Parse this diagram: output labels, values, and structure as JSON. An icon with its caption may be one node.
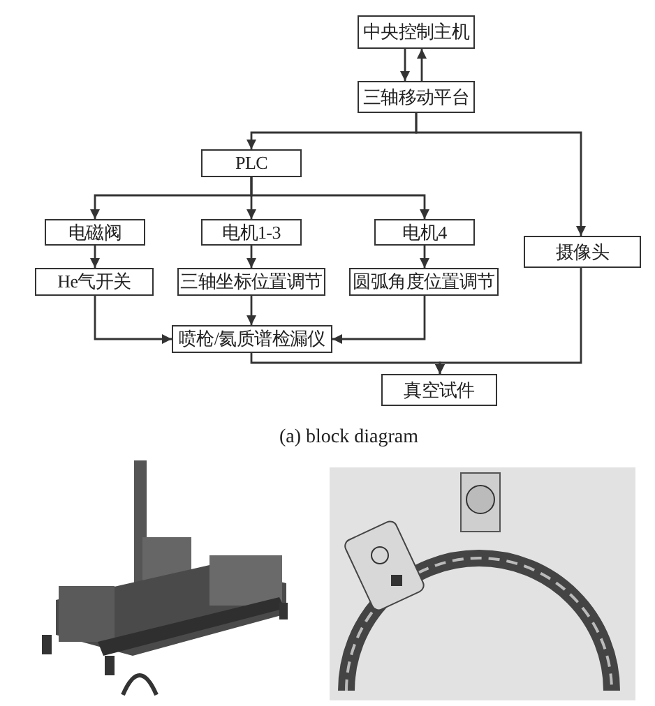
{
  "diagram": {
    "caption": "(a) block diagram",
    "nodes": [
      {
        "text": [
          "中央控制主机"
        ]
      },
      {
        "text": [
          "三轴移动平台"
        ]
      },
      {
        "text": [
          "PLC"
        ]
      },
      {
        "text": [
          "电磁阀"
        ]
      },
      {
        "text": [
          "电机1-3"
        ]
      },
      {
        "text": [
          "电机4"
        ]
      },
      {
        "text": [
          "摄像头"
        ]
      },
      {
        "text": [
          "He气开关"
        ]
      },
      {
        "text": [
          "三轴坐标位置调节"
        ]
      },
      {
        "text": [
          "圆弧角度位置调节"
        ]
      },
      {
        "text": [
          "喷枪/氦质谱检漏仪"
        ]
      },
      {
        "text": [
          "真空试件"
        ]
      }
    ],
    "edges": [
      {
        "from": 0,
        "to": 1,
        "arrow": "to"
      },
      {
        "from": 1,
        "to": 0,
        "arrow": "to"
      },
      {
        "from": 1,
        "to": 2,
        "arrow": "to"
      },
      {
        "from": 1,
        "to": 6,
        "arrow": "to"
      },
      {
        "from": 2,
        "to": 3,
        "arrow": "to"
      },
      {
        "from": 2,
        "to": 4,
        "arrow": "to"
      },
      {
        "from": 2,
        "to": 5,
        "arrow": "to"
      },
      {
        "from": 3,
        "to": 7,
        "arrow": "to"
      },
      {
        "from": 4,
        "to": 8,
        "arrow": "to"
      },
      {
        "from": 5,
        "to": 9,
        "arrow": "to"
      },
      {
        "from": 7,
        "to": 10,
        "arrow": "to"
      },
      {
        "from": 8,
        "to": 10,
        "arrow": "to"
      },
      {
        "from": 9,
        "to": 10,
        "arrow": "to"
      },
      {
        "from": 10,
        "to": 11,
        "arrow": "to"
      },
      {
        "from": 6,
        "to": 11,
        "arrow": "to"
      }
    ]
  }
}
